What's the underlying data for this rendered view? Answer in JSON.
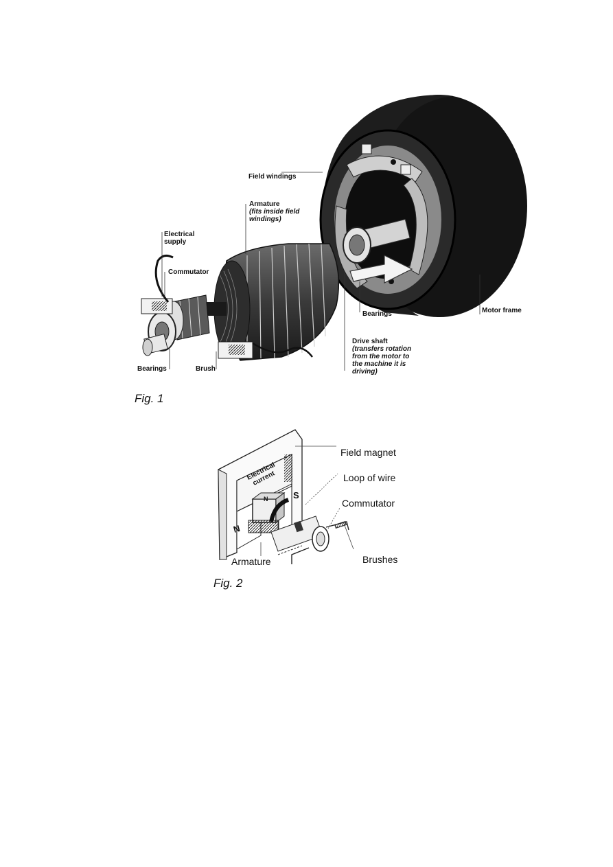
{
  "fig1": {
    "caption": "Fig. 1",
    "labels": {
      "field_windings": "Field windings",
      "armature": "Armature",
      "armature_note": [
        "(fits inside field",
        "windings)"
      ],
      "electrical_supply": [
        "Electrical",
        "supply"
      ],
      "commutator": "Commutator",
      "bearings_right": "Bearings",
      "motor_frame": "Motor frame",
      "drive_shaft": "Drive shaft",
      "drive_shaft_note": [
        "(transfers rotation",
        "from the motor to",
        "the machine it is",
        "driving)"
      ],
      "bearings_left": "Bearings",
      "brush": "Brush"
    }
  },
  "fig2": {
    "caption": "Fig. 2",
    "labels": {
      "field_magnet": "Field magnet",
      "loop_of_wire": "Loop of wire",
      "commutator": "Commutator",
      "brushes": "Brushes",
      "armature": "Armature",
      "electrical_current": [
        "Electrical",
        "current"
      ],
      "pole_n": "N",
      "pole_s": "S",
      "block_n": "N"
    }
  }
}
